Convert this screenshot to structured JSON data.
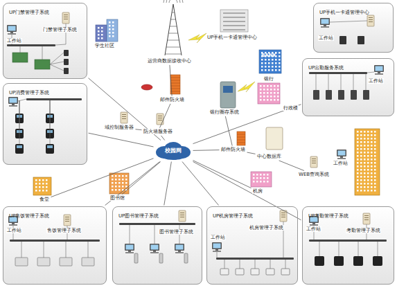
{
  "diagram": {
    "nodes": [
      {
        "text": [
          "UP门禁管理子系统"
        ]
      },
      {
        "text": [
          "工作站"
        ],
        "in": 0
      },
      {
        "text": [
          "门禁管理子系统"
        ],
        "in": 0
      },
      {
        "text": [
          "UP消费管理子系统"
        ]
      },
      {
        "text": [
          "UP手机一卡通管理中心"
        ]
      },
      {
        "text": [
          "工作站"
        ],
        "in": 4
      },
      {
        "text": [
          "UP出勤服务系统"
        ]
      },
      {
        "text": [
          "工作站"
        ],
        "in": 6
      },
      {
        "text": [
          "学生社区"
        ]
      },
      {
        "text": [
          "运营商数据接收中心"
        ]
      },
      {
        "text": [
          "UP手机一卡通管理中心"
        ]
      },
      {
        "text": [
          "银行"
        ]
      },
      {
        "text": [
          "银行圈存系统"
        ]
      },
      {
        "text": [
          "邮件防火墙"
        ]
      },
      {
        "text": [
          "域控制服务器"
        ]
      },
      {
        "text": [
          "防火墙服务器"
        ]
      },
      {
        "text": [
          "校园网"
        ]
      },
      {
        "text": [
          "邮件防火墙"
        ]
      },
      {
        "text": [
          "中心数据库"
        ]
      },
      {
        "text": [
          "行政楼"
        ]
      },
      {
        "text": [
          "WEB查询系统"
        ]
      },
      {
        "text": [
          "工作站"
        ]
      },
      {
        "text": [
          "食堂"
        ]
      },
      {
        "text": [
          "图书馆"
        ]
      },
      {
        "text": [
          "机房"
        ]
      },
      {
        "text": [
          "UP售饭管理子系统"
        ]
      },
      {
        "text": [
          "工作站"
        ],
        "in": 25
      },
      {
        "text": [
          "售饭管理子系统"
        ],
        "in": 25
      },
      {
        "text": [
          "UP图书管理子系统"
        ]
      },
      {
        "text": [
          "图书管理子系统"
        ],
        "in": 28
      },
      {
        "text": [
          "UP机房管理子系统"
        ]
      },
      {
        "text": [
          "机房管理子系统"
        ],
        "in": 30
      },
      {
        "text": [
          "工作站"
        ],
        "in": 30
      },
      {
        "text": [
          "UP考勤管理子系统"
        ]
      },
      {
        "text": [
          "工作站"
        ],
        "in": 33
      },
      {
        "text": [
          "考勤管理子系统"
        ],
        "in": 33
      }
    ],
    "edges": [
      {
        "from": 16,
        "to": 0,
        "arrow": "none"
      },
      {
        "from": 16,
        "to": 3,
        "arrow": "none"
      },
      {
        "from": 16,
        "to": 15,
        "arrow": "none"
      },
      {
        "from": 15,
        "to": 14,
        "arrow": "none"
      },
      {
        "from": 15,
        "to": 13,
        "arrow": "none"
      },
      {
        "from": 13,
        "to": 9,
        "arrow": "none"
      },
      {
        "from": 16,
        "to": 17,
        "arrow": "none"
      },
      {
        "from": 17,
        "to": 18,
        "arrow": "none"
      },
      {
        "from": 17,
        "to": 12,
        "arrow": "none"
      },
      {
        "from": 16,
        "to": 6,
        "arrow": "none"
      },
      {
        "from": 18,
        "to": 20,
        "arrow": "none"
      },
      {
        "from": 16,
        "to": 22,
        "arrow": "none"
      },
      {
        "from": 16,
        "to": 23,
        "arrow": "none"
      },
      {
        "from": 16,
        "to": 24,
        "arrow": "none"
      },
      {
        "from": 16,
        "to": 25,
        "arrow": "none"
      },
      {
        "from": 16,
        "to": 28,
        "arrow": "none"
      },
      {
        "from": 16,
        "to": 30,
        "arrow": "none"
      },
      {
        "from": 16,
        "to": 33,
        "arrow": "none"
      }
    ],
    "labels": [
      "BANK"
    ]
  }
}
